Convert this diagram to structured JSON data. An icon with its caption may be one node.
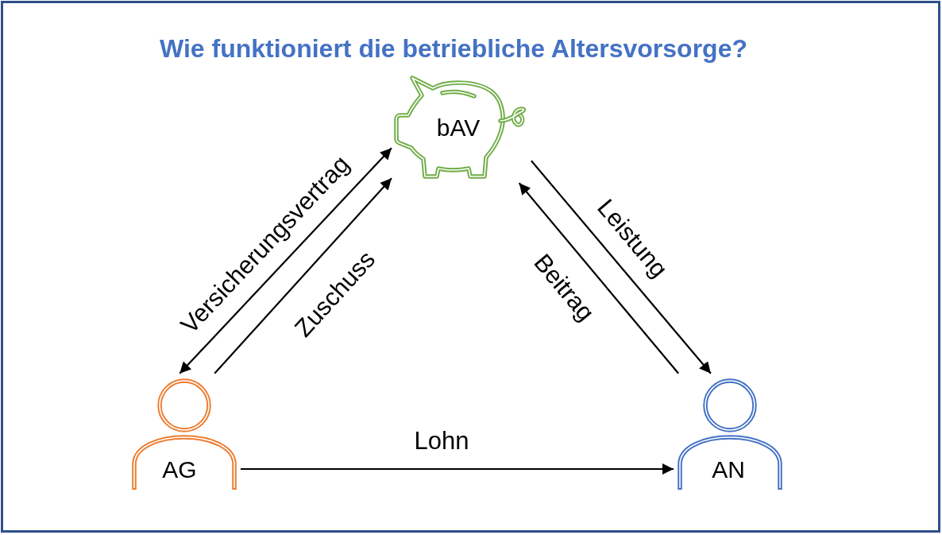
{
  "diagram": {
    "title": "Wie funktioniert die betriebliche Altersvorsorge?",
    "nodes": [
      {
        "text": [
          "bAV"
        ]
      },
      {
        "text": [
          "AG"
        ]
      },
      {
        "text": [
          "AN"
        ]
      }
    ],
    "edges": [
      {
        "from": 0,
        "to": 1,
        "arrow": "both",
        "label": "Versicherungsvertrag"
      },
      {
        "from": 1,
        "to": 0,
        "arrow": "to",
        "label": "Zuschuss"
      },
      {
        "from": 0,
        "to": 2,
        "arrow": "to",
        "label": "Leistung"
      },
      {
        "from": 2,
        "to": 0,
        "arrow": "to",
        "label": "Beitrag"
      },
      {
        "from": 1,
        "to": 2,
        "arrow": "to",
        "label": "Lohn"
      }
    ]
  }
}
